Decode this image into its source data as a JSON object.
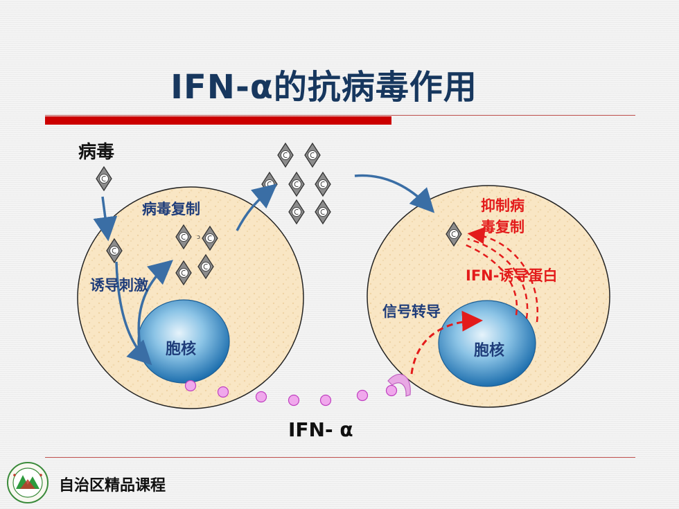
{
  "title": "IFN-α的抗病毒作用",
  "labels": {
    "virus": "病毒",
    "viral_replication": "病毒复制",
    "induce_stimulate": "诱导刺激",
    "nucleus_left": "胞核",
    "nucleus_right": "胞核",
    "inhibit_replication_line1": "抑制病",
    "inhibit_replication_line2": "毒复制",
    "ifn_induced_protein": "IFN-诱导蛋白",
    "signal_transduction": "信号转导",
    "ifn_alpha": "IFN- α"
  },
  "footer": {
    "course": "自治区精品课程"
  },
  "colors": {
    "title": "#17375e",
    "accent_red": "#cc0000",
    "cell_fill": "#f9e6c4",
    "nucleus": "#2a80c0",
    "ifn_dots": "#e040c0",
    "arrow_blue": "#3a6ea5",
    "arrow_red": "#e31b1b"
  }
}
